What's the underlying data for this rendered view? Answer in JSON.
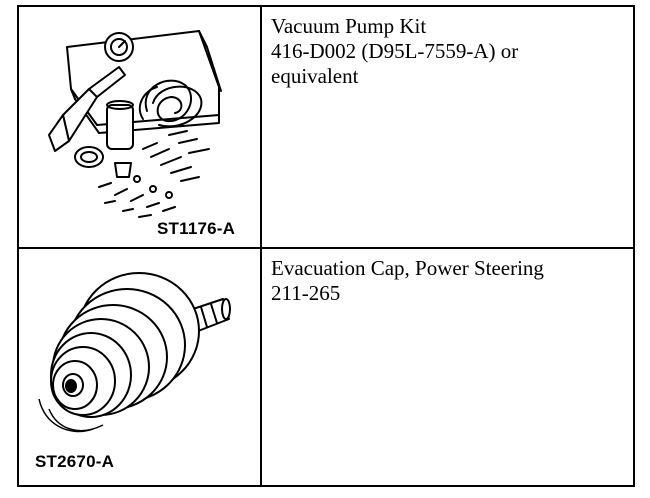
{
  "rows": [
    {
      "figure_label": "ST1176-A",
      "lines": [
        "Vacuum Pump Kit",
        "416-D002 (D95L-7559-A) or",
        "equivalent"
      ]
    },
    {
      "figure_label": "ST2670-A",
      "lines": [
        "Evacuation Cap, Power Steering",
        "211-265"
      ]
    }
  ]
}
